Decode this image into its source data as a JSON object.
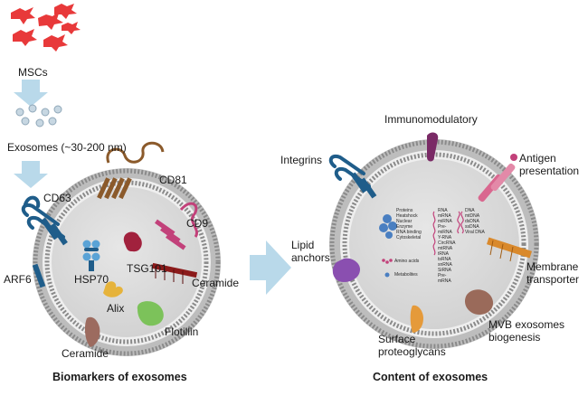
{
  "left": {
    "cells_label": "MSCs",
    "exosomes_label": "Exosomes (~30-200 nm)",
    "markers": {
      "cd63": "CD63",
      "cd81": "CD81",
      "cd9": "CD9",
      "arf6": "ARF6",
      "hsp70": "HSP70",
      "tsg101": "TSG101",
      "alix": "Alix",
      "ceramide_right": "Ceramide",
      "ceramide_bottom": "Ceramide",
      "flotillin": "Flotillin"
    },
    "caption": "Biomarkers of exosomes"
  },
  "right": {
    "labels": {
      "immunomodulatory": "Immunomodulatory",
      "integrins": "Integrins",
      "antigen_line1": "Antigen",
      "antigen_line2": "presentation",
      "lipid_line1": "Lipid",
      "lipid_line2": "anchors",
      "membrane_line1": "Membrane",
      "membrane_line2": "transporter",
      "mvb_line1": "MVB exosomes",
      "mvb_line2": "biogenesis",
      "surface_line1": "Surface",
      "surface_line2": "proteoglycans"
    },
    "content": {
      "proteins": "Proteins\nHeatshock\nNuclear\nEnzyme\nRNA binding\nCytoskeletal",
      "amino_acids": "Amino acids",
      "metabolites": "Metabolites",
      "rna": "RNA\nmRNA\nmiRNA\nPre-\nmiRNA\nY-RNA\nCircRNA\nmtRNA\ntRNA\ntsRNA\nsnRNA\nSiRNA\nPre-\nmRNA",
      "dna": "DNA\nmtDNA\ndsDNA\nssDNA\nViral DNA"
    },
    "caption": "Content of exosomes"
  },
  "colors": {
    "membrane": "#8a8a8a",
    "lumen": "#d9d9d9",
    "arrow": "#b9d9ea",
    "cell": "#e8393a",
    "tetraspanin_blue": "#1f5d8a",
    "cd81_brown": "#8b5a2b",
    "cd9_pink": "#c2417a",
    "flotillin_green": "#7cc25a",
    "lipid_purple": "#8a4fb0",
    "mvb_brown": "#9a6a5a",
    "proteoglycan_orange": "#e59a3a",
    "transporter_orange": "#d9892c",
    "immuno_purple": "#7a2a66"
  }
}
